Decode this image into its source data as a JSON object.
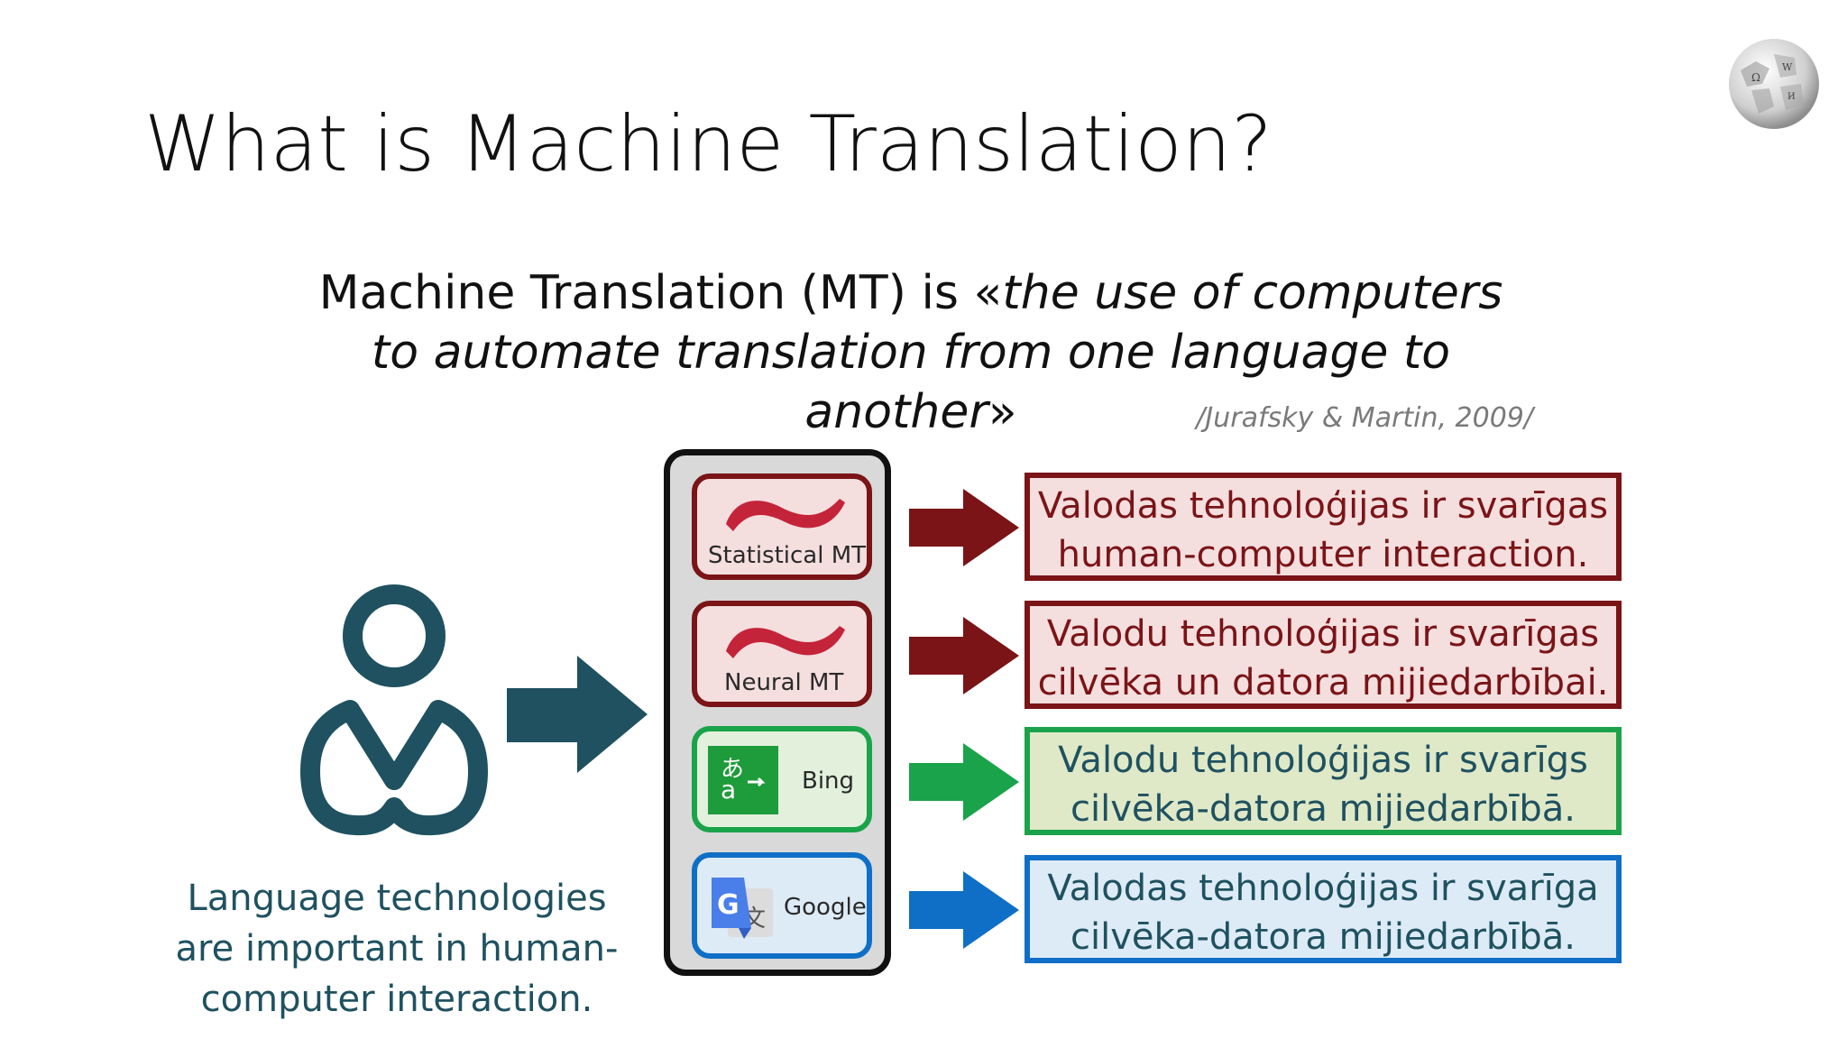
{
  "slide": {
    "title": "What is Machine Translation?",
    "definition": {
      "lead": "Machine Translation (MT) is «",
      "quote": "the use of computers to automate translation from one language to another",
      "tail": "»"
    },
    "citation": "/Jurafsky & Martin, 2009/",
    "person_caption": "Language technologies are important in human-computer interaction.",
    "logo_icon": "wikipedia-globe-icon"
  },
  "systems": [
    {
      "label": "Statistical MT",
      "icon": "tilde-icon",
      "color": "#7a1417"
    },
    {
      "label": "Neural MT",
      "icon": "tilde-icon",
      "color": "#7a1417"
    },
    {
      "label": "Bing",
      "icon": "bing-translator-icon",
      "color": "#1aa34a"
    },
    {
      "label": "Google",
      "icon": "google-translate-icon",
      "color": "#0f6fc6"
    }
  ],
  "outputs": [
    {
      "text": "Valodas tehnoloģijas ir svarīgas human-computer interaction."
    },
    {
      "text": "Valodu tehnoloģijas ir svarīgas cilvēka un datora mijiedarbībai."
    },
    {
      "text": "Valodu tehnoloģijas ir svarīgs cilvēka-datora mijiedarbībā."
    },
    {
      "text": "Valodas tehnoloģijas ir svarīga cilvēka-datora mijiedarbībā."
    }
  ],
  "colors": {
    "teal": "#1f5160",
    "dark_red": "#7a1417",
    "green": "#1aa34a",
    "blue": "#0f6fc6"
  }
}
